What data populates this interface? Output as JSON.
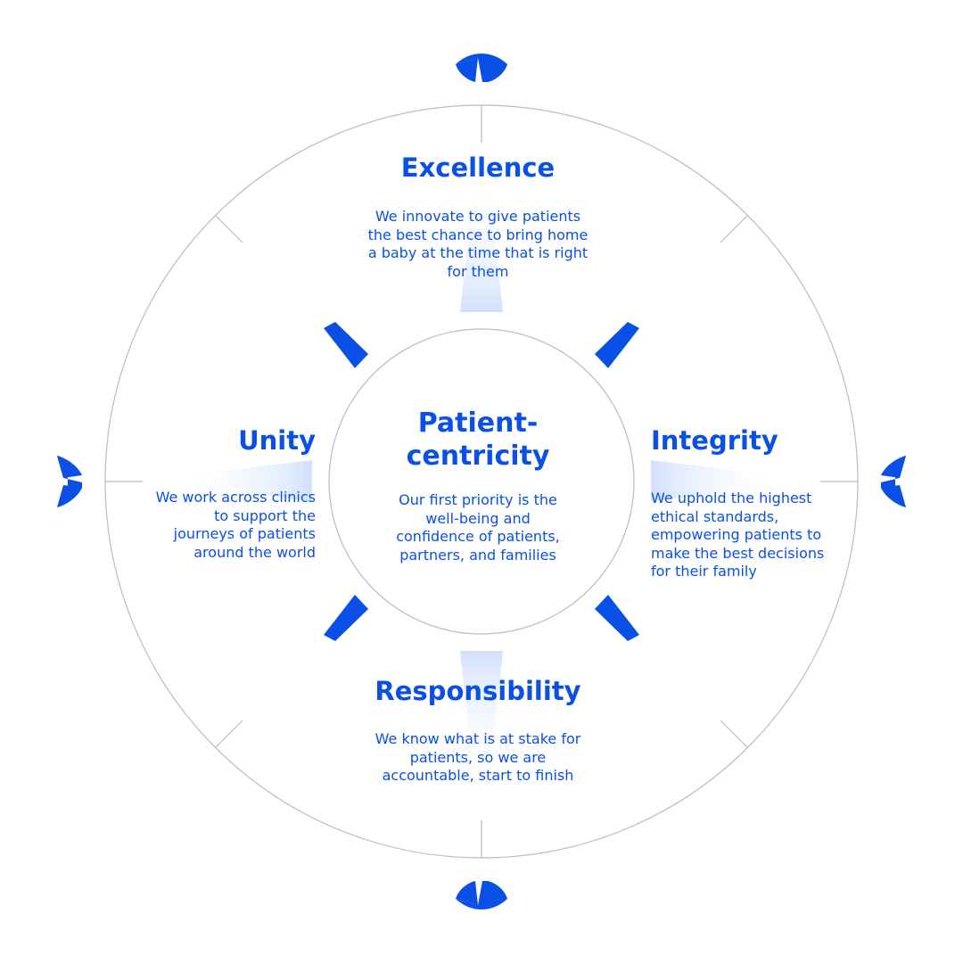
{
  "colors": {
    "brand_blue": "#0a50e6",
    "ring_line": "#b9bcc4",
    "glow": "#dbe8fb",
    "background": "#ffffff"
  },
  "center": {
    "title": "Patient-\ncentricity",
    "text": "Our first priority is the\nwell-being and\nconfidence of patients,\npartners, and families"
  },
  "values": {
    "excellence": {
      "title": "Excellence",
      "text": "We innovate to give patients\nthe best chance to bring home\na baby at the time that is right\nfor them"
    },
    "unity": {
      "title": "Unity",
      "text": "We work across clinics\nto support the\njourneys of patients\naround the world"
    },
    "integrity": {
      "title": "Integrity",
      "text": "We uphold the highest\nethical standards,\nempowering patients to\nmake the best decisions\nfor their family"
    },
    "responsibility": {
      "title": "Responsibility",
      "text": "We know what is at stake for\npatients, so we are\naccountable, start to finish"
    }
  }
}
